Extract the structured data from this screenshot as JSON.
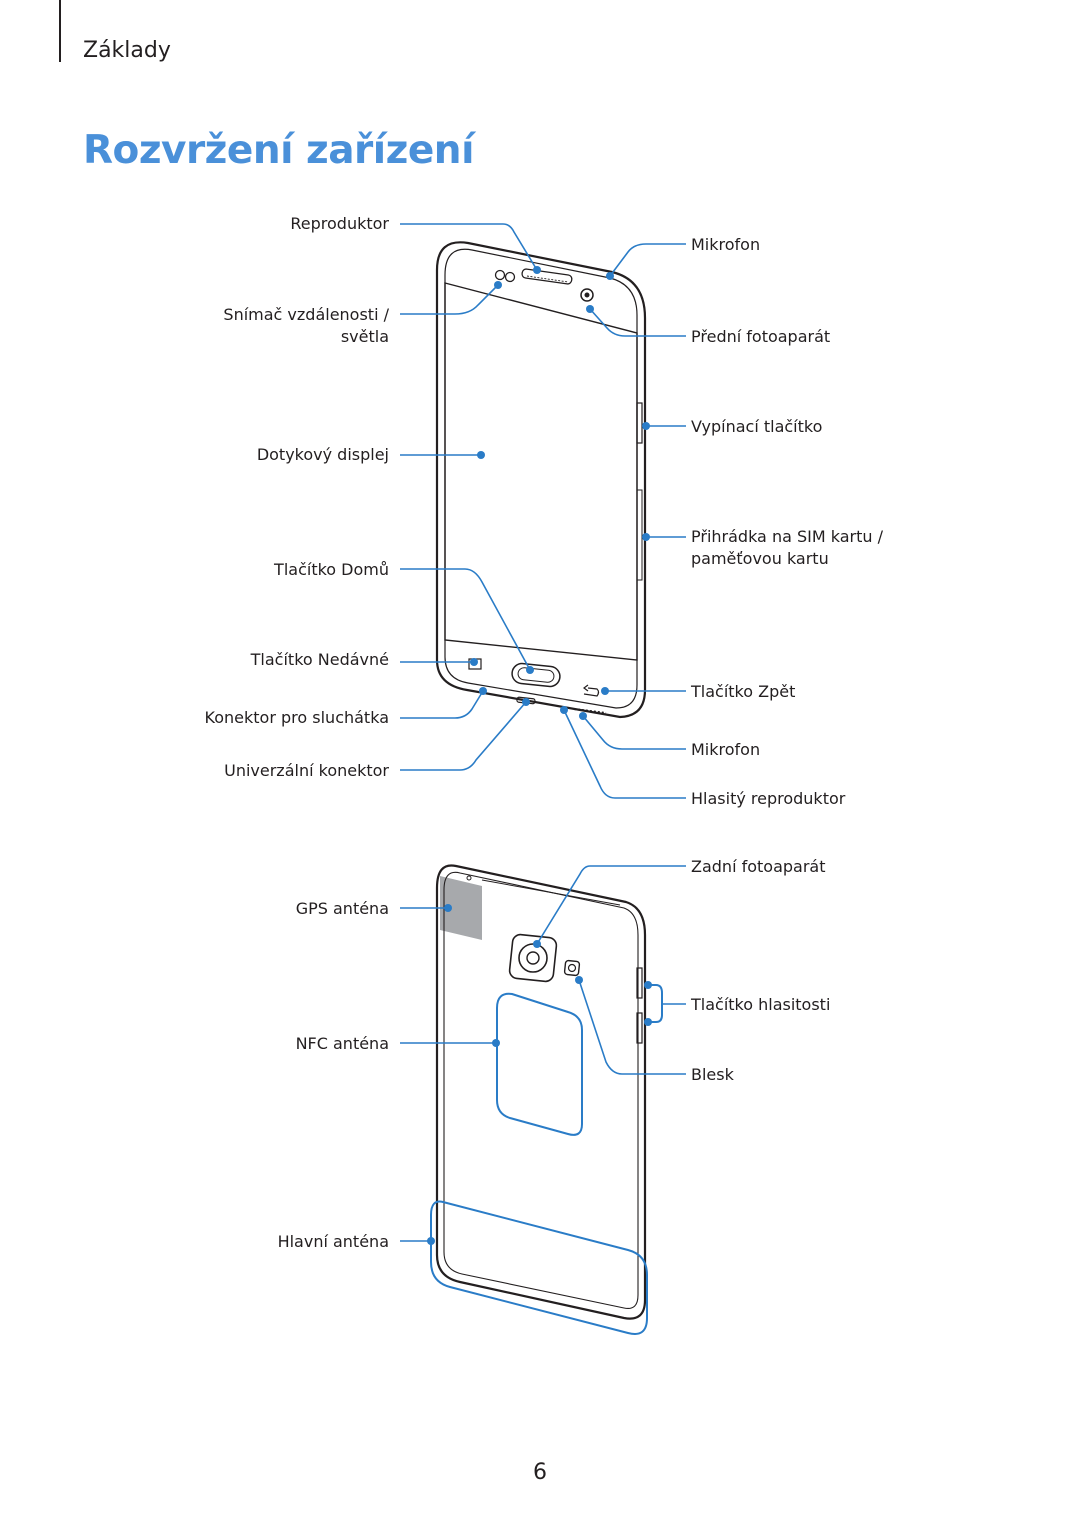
{
  "header": {
    "section": "Základy"
  },
  "title": "Rozvržení zařízení",
  "page_number": "6",
  "accent_color": "#4a90d9",
  "front": {
    "left_labels": {
      "speaker": "Reproduktor",
      "proximity_1": "Snímač vzdálenosti /",
      "proximity_2": "světla",
      "touchscreen": "Dotykový displej",
      "home": "Tlačítko Domů",
      "recent": "Tlačítko Nedávné",
      "headset": "Konektor pro sluchátka",
      "usb": "Univerzální konektor"
    },
    "right_labels": {
      "mic_top": "Mikrofon",
      "front_camera": "Přední fotoaparát",
      "power": "Vypínací tlačítko",
      "sim_1": "Přihrádka na SIM kartu /",
      "sim_2": "paměťovou kartu",
      "back": "Tlačítko Zpět",
      "mic_bottom": "Mikrofon",
      "loudspeaker": "Hlasitý reproduktor"
    }
  },
  "rear": {
    "left_labels": {
      "gps": "GPS anténa",
      "nfc": "NFC anténa",
      "main_antenna": "Hlavní anténa"
    },
    "right_labels": {
      "rear_camera": "Zadní fotoaparát",
      "volume": "Tlačítko hlasitosti",
      "flash": "Blesk"
    }
  }
}
